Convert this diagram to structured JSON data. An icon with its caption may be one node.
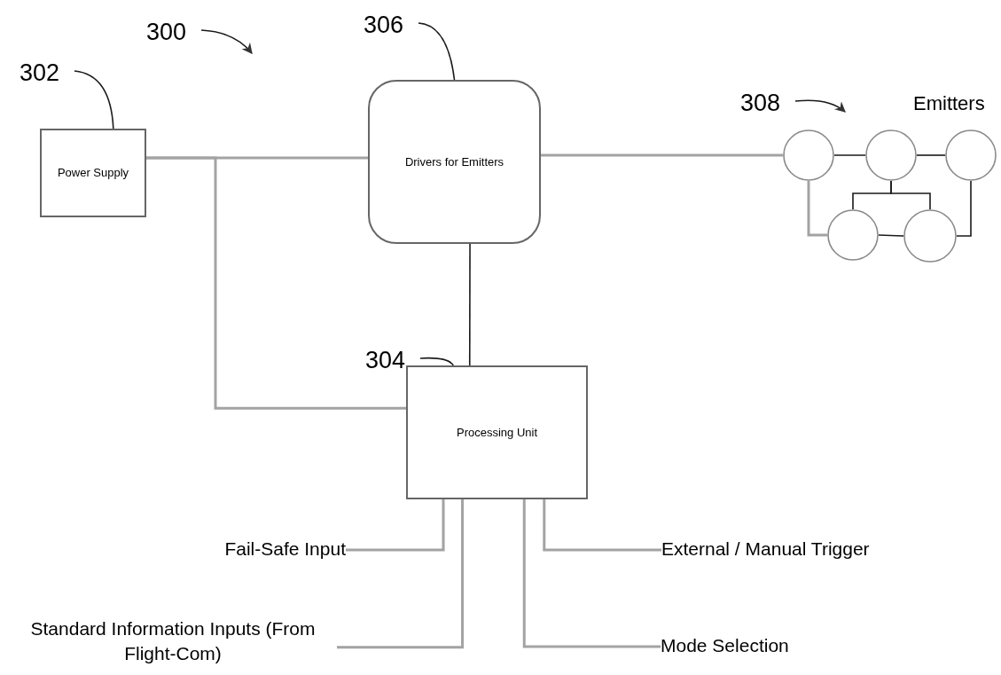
{
  "diagram": {
    "nodes": [
      {
        "text": [
          "300"
        ]
      },
      {
        "text": [
          "302"
        ]
      },
      {
        "text": [
          "Power Supply"
        ]
      },
      {
        "text": [
          "306"
        ]
      },
      {
        "text": [
          "Drivers for Emitters"
        ]
      },
      {
        "text": [
          "308"
        ]
      },
      {
        "text": [
          "Emitters"
        ]
      },
      {
        "text": [],
        "shape": "circle"
      },
      {
        "text": [],
        "shape": "circle"
      },
      {
        "text": [],
        "shape": "circle"
      },
      {
        "text": [],
        "shape": "circle"
      },
      {
        "text": [],
        "shape": "circle"
      },
      {
        "text": [
          "304"
        ]
      },
      {
        "text": [
          "Processing Unit"
        ]
      },
      {
        "text": [
          "Fail-Safe Input"
        ]
      },
      {
        "text": [
          "Standard Information Inputs (From Flight-Com)"
        ]
      },
      {
        "text": [
          "Mode Selection"
        ]
      },
      {
        "text": [
          "External / Manual Trigger"
        ]
      }
    ],
    "edges": [
      {
        "from": 0,
        "to": null,
        "arrow": "to"
      },
      {
        "from": 1,
        "to": 2,
        "arrow": "none"
      },
      {
        "from": 3,
        "to": 4,
        "arrow": "none"
      },
      {
        "from": 5,
        "to": null,
        "arrow": "to"
      },
      {
        "from": 12,
        "to": 13,
        "arrow": "none"
      },
      {
        "from": 2,
        "to": 4,
        "arrow": "none",
        "color": "#a3a3a3"
      },
      {
        "from": 2,
        "to": 13,
        "arrow": "none",
        "color": "#a3a3a3"
      },
      {
        "from": 4,
        "to": 7,
        "arrow": "none",
        "color": "#a3a3a3"
      },
      {
        "from": 4,
        "to": 13,
        "arrow": "none"
      },
      {
        "from": 7,
        "to": 8,
        "arrow": "none"
      },
      {
        "from": 8,
        "to": 9,
        "arrow": "none"
      },
      {
        "from": 8,
        "to": 10,
        "arrow": "none"
      },
      {
        "from": 8,
        "to": 11,
        "arrow": "none"
      },
      {
        "from": 7,
        "to": 10,
        "arrow": "none",
        "color": "#a3a3a3"
      },
      {
        "from": 10,
        "to": 11,
        "arrow": "none"
      },
      {
        "from": 9,
        "to": 11,
        "arrow": "none"
      },
      {
        "from": 14,
        "to": 13,
        "arrow": "none",
        "color": "#a3a3a3"
      },
      {
        "from": 15,
        "to": 13,
        "arrow": "none",
        "color": "#a3a3a3"
      },
      {
        "from": 16,
        "to": 13,
        "arrow": "none",
        "color": "#a3a3a3"
      },
      {
        "from": 17,
        "to": 13,
        "arrow": "none",
        "color": "#a3a3a3"
      }
    ]
  }
}
